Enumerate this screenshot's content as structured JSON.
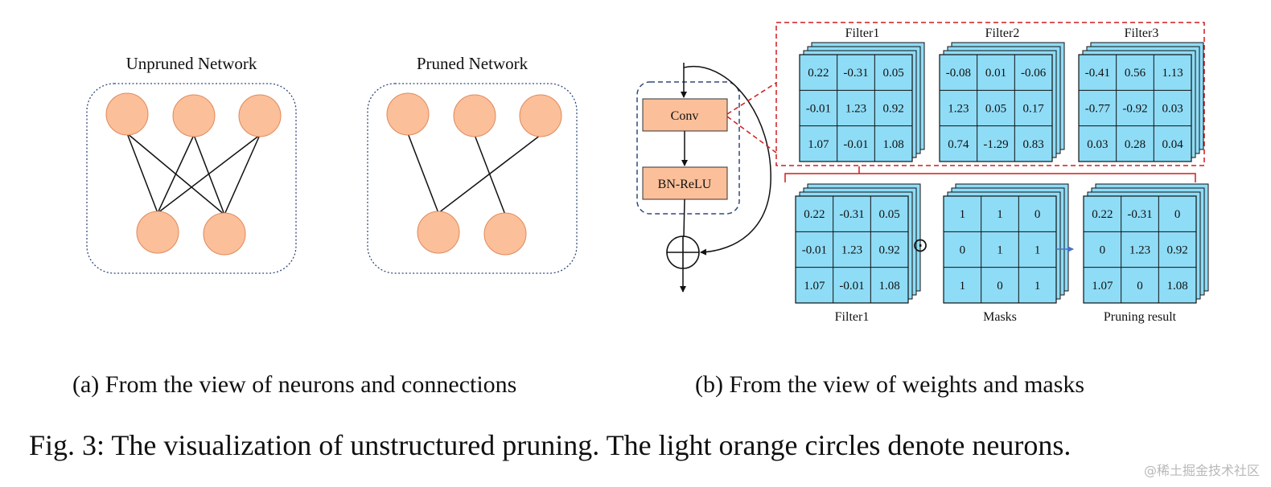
{
  "panel_a": {
    "unpruned_title": "Unpruned Network",
    "pruned_title": "Pruned Network",
    "unpruned_edges": [
      [
        0,
        0
      ],
      [
        0,
        1
      ],
      [
        1,
        0
      ],
      [
        1,
        1
      ],
      [
        2,
        0
      ],
      [
        2,
        1
      ]
    ],
    "pruned_edges": [
      [
        0,
        0
      ],
      [
        1,
        1
      ],
      [
        2,
        0
      ]
    ]
  },
  "panel_b": {
    "conv_label": "Conv",
    "bn_relu_label": "BN-ReLU",
    "filters": [
      {
        "name": "Filter1",
        "values": [
          [
            "0.22",
            "-0.31",
            "0.05"
          ],
          [
            "-0.01",
            "1.23",
            "0.92"
          ],
          [
            "1.07",
            "-0.01",
            "1.08"
          ]
        ]
      },
      {
        "name": "Filter2",
        "values": [
          [
            "-0.08",
            "0.01",
            "-0.06"
          ],
          [
            "1.23",
            "0.05",
            "0.17"
          ],
          [
            "0.74",
            "-1.29",
            "0.83"
          ]
        ]
      },
      {
        "name": "Filter3",
        "values": [
          [
            "-0.41",
            "0.56",
            "1.13"
          ],
          [
            "-0.77",
            "-0.92",
            "0.03"
          ],
          [
            "0.03",
            "0.28",
            "0.04"
          ]
        ]
      }
    ],
    "bottom": [
      {
        "name": "Filter1",
        "values": [
          [
            "0.22",
            "-0.31",
            "0.05"
          ],
          [
            "-0.01",
            "1.23",
            "0.92"
          ],
          [
            "1.07",
            "-0.01",
            "1.08"
          ]
        ]
      },
      {
        "name": "Masks",
        "values": [
          [
            "1",
            "1",
            "0"
          ],
          [
            "0",
            "1",
            "1"
          ],
          [
            "1",
            "0",
            "1"
          ]
        ]
      },
      {
        "name": "Pruning result",
        "values": [
          [
            "0.22",
            "-0.31",
            "0"
          ],
          [
            "0",
            "1.23",
            "0.92"
          ],
          [
            "1.07",
            "0",
            "1.08"
          ]
        ]
      }
    ],
    "hadamard_symbol": "⊙"
  },
  "captions": {
    "a": "(a) From the view of neurons and connections",
    "b": "(b) From the view of weights and masks",
    "fig": "Fig. 3: The visualization of unstructured pruning. The light orange circles denote neurons."
  },
  "watermark": "@稀土掘金技术社区",
  "colors": {
    "neuron": "#fbbf9a",
    "neuron_stroke": "#e08a5a",
    "matrix": "#8fdcf6",
    "conv_box": "#fbbf9a",
    "dashed_blue": "#2f4a7a",
    "dashed_red": "#d01c1c",
    "arrow_blue": "#4a72c4"
  }
}
